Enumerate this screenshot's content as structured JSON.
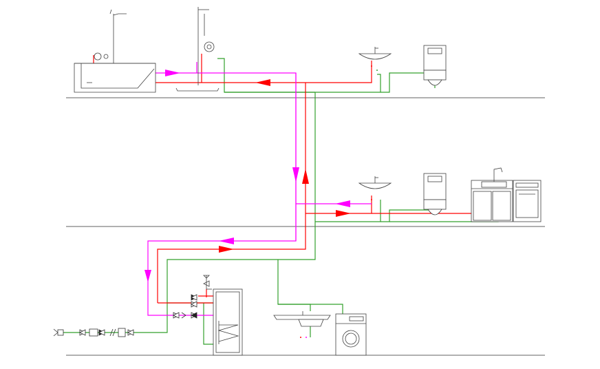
{
  "colors": {
    "hot_supply": "#ff0000",
    "hot_return": "#ff00ff",
    "cold_water": "#33a02c",
    "outline": "#404040",
    "floor_line": "#606060"
  },
  "floors": [
    {
      "level": "upper",
      "fixtures": [
        "bathtub-with-shower",
        "shower",
        "washbasin",
        "wall-hung-wc"
      ]
    },
    {
      "level": "middle",
      "fixtures": [
        "washbasin",
        "wall-hung-wc",
        "kitchen-sink-unit",
        "dishwasher"
      ]
    },
    {
      "level": "basement",
      "fixtures": [
        "water-heater-tank",
        "utility-sink",
        "washing-machine",
        "water-meter-assembly"
      ]
    }
  ],
  "flow_directions": {
    "hot_supply_riser": "up",
    "hot_return_riser": "down",
    "upper_hot_supply": "right-to-left",
    "upper_return": "left-to-right",
    "middle_hot_supply": "left-to-right",
    "middle_return": "right-to-left"
  }
}
